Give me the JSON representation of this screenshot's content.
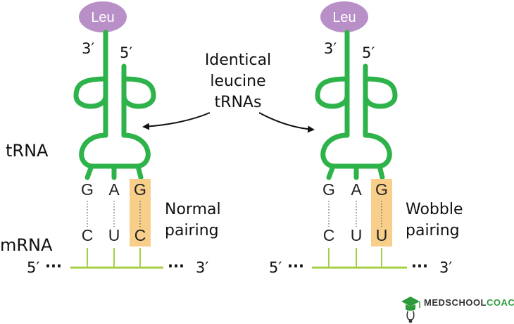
{
  "amino_acid": "Leu",
  "label_3prime": "3′",
  "label_5prime": "5′",
  "trna_label": "tRNA",
  "mrna_label": "mRNA",
  "center_caption": [
    "Identical",
    "leucine",
    "tRNAs"
  ],
  "left": {
    "anticodon": [
      "G",
      "A",
      "G"
    ],
    "codon": [
      "C",
      "U",
      "C"
    ],
    "note": [
      "Normal",
      "pairing"
    ]
  },
  "right": {
    "anticodon": [
      "G",
      "A",
      "G"
    ],
    "codon": [
      "C",
      "U",
      "U"
    ],
    "note": [
      "Wobble",
      "pairing"
    ]
  },
  "logo": {
    "part1": "MEDSCHOOL",
    "part2": "COACH"
  },
  "colors": {
    "trna_green": "#2db34a",
    "mrna_green": "#a6cf45",
    "leu_purple": "#b98fc8",
    "highlight": "#f7cf8a",
    "logo_dark": "#333333",
    "logo_green": "#2f9a3c"
  }
}
